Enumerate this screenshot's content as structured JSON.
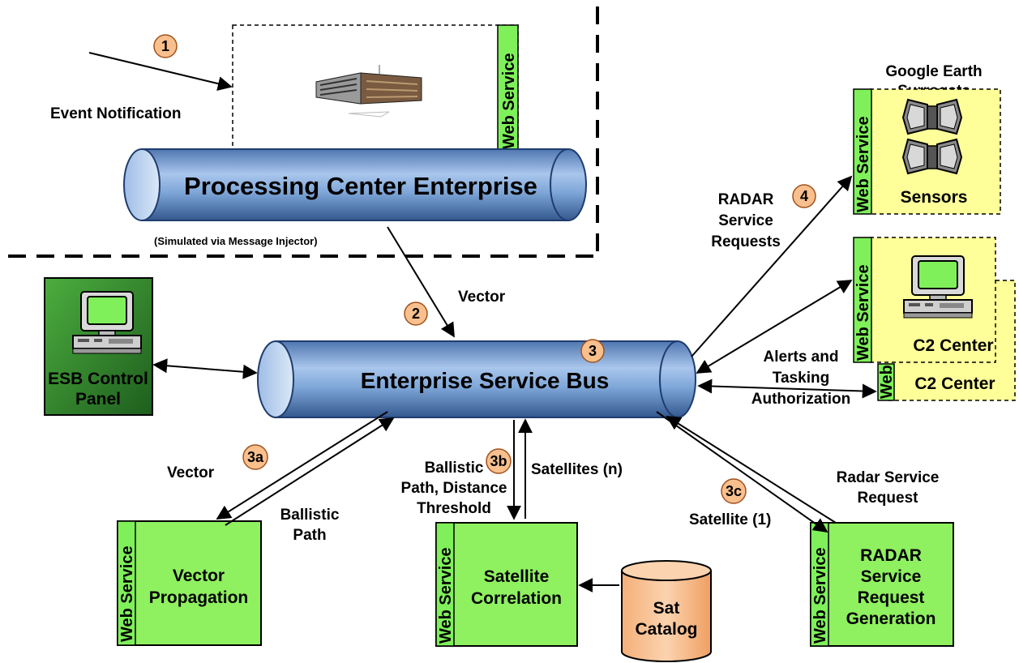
{
  "web_service_label": "Web Service",
  "steps": {
    "s1": "1",
    "s2": "2",
    "s3": "3",
    "s3a": "3a",
    "s3b": "3b",
    "s3c": "3c",
    "s4": "4"
  },
  "colors": {
    "pipe_blue": "#7fa7d8",
    "web_service_green": "#7ff05a",
    "box_green": "#8ff060",
    "yellow_panel": "#ffff99",
    "step_circle": "#f9c08e",
    "sat_catalog": "#f9c08e",
    "dark_green_panel": "#2f8a2f"
  },
  "labels": {
    "event_notification": "Event Notification",
    "processing_center": "Processing Center Enterprise",
    "simulated": "(Simulated via Message Injector)",
    "vector_top": "Vector",
    "esb": "Enterprise Service Bus",
    "esb_control_1": "ESB Control",
    "esb_control_2": "Panel",
    "google_earth_1": "Google Earth",
    "google_earth_2": "Surrogate",
    "sensors": "Sensors",
    "radar_req_1": "RADAR",
    "radar_req_2": "Service",
    "radar_req_3": "Requests",
    "c2_center_a": "C2 Center",
    "c2_center_b": "C2 Center",
    "web_b": "Web",
    "alerts_1": "Alerts and",
    "alerts_2": "Tasking",
    "alerts_3": "Authorization",
    "vector_left": "Vector",
    "ballistic_1": "Ballistic",
    "ballistic_2": "Path",
    "bp_dist_1": "Ballistic",
    "bp_dist_2": "Path, Distance",
    "bp_dist_3": "Threshold",
    "satellites_n": "Satellites (n)",
    "satellite_1": "Satellite (1)",
    "radar_sr_1": "Radar Service",
    "radar_sr_2": "Request",
    "vector_prop_1": "Vector",
    "vector_prop_2": "Propagation",
    "sat_corr_1": "Satellite",
    "sat_corr_2": "Correlation",
    "sat_cat_1": "Sat",
    "sat_cat_2": "Catalog",
    "radar_gen_1": "RADAR",
    "radar_gen_2": "Service",
    "radar_gen_3": "Request",
    "radar_gen_4": "Generation"
  }
}
